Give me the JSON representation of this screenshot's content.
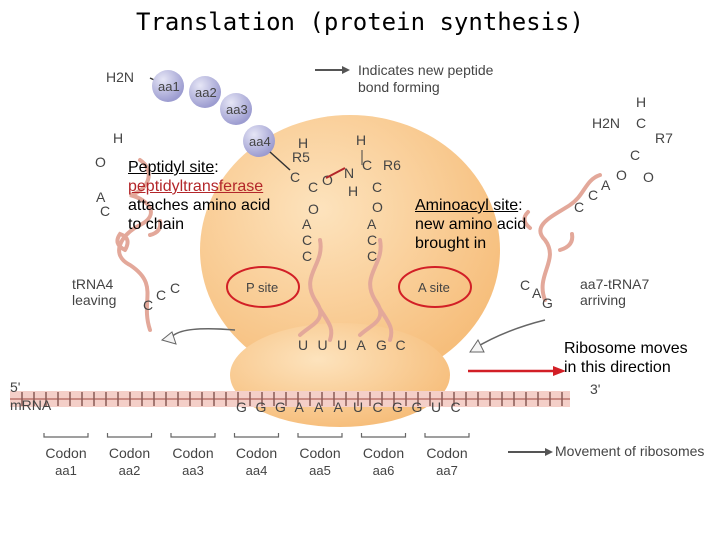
{
  "title": "Translation (protein synthesis)",
  "chain": {
    "h2n": "H2N",
    "amino_acids": [
      "aa1",
      "aa2",
      "aa3",
      "aa4"
    ]
  },
  "legend": {
    "line1": "Indicates new peptide",
    "line2": "bond forming"
  },
  "peptidyl_site_label": {
    "title": "Peptidyl site",
    "colon": ":",
    "enzyme": "peptidyltransferase",
    "line3": "attaches amino acid",
    "line4": "to chain"
  },
  "aminoacyl_site_label": {
    "title": "Aminoacyl site",
    "colon": ":",
    "line2": "new amino acid",
    "line3": "brought in"
  },
  "ribosome_sites": {
    "p_site": "P site",
    "a_site": "A site"
  },
  "trna_leaving": {
    "line1": "tRNA4",
    "line2": "leaving",
    "anticodon": [
      "C",
      "C",
      "C"
    ]
  },
  "trna_arriving": {
    "line1": "aa7-tRNA7",
    "line2": "arriving",
    "anticodon": [
      "C",
      "A",
      "G"
    ]
  },
  "anticodons_in_ribosome": "U U U A G C",
  "trna_acceptor_end": [
    "A",
    "C",
    "C"
  ],
  "chemistry": {
    "left_h": "H",
    "left_o": "O",
    "left_c": "C",
    "r5": "R5",
    "r6": "R6",
    "r7": "R7",
    "h": "H",
    "n": "N",
    "c": "C",
    "o": "O",
    "h2n": "H2N"
  },
  "direction_note": {
    "line1": "Ribosome moves",
    "line2": "in this direction"
  },
  "mrna": {
    "five_prime": "5'",
    "three_prime": "3'",
    "label": "mRNA",
    "sequence": [
      "G",
      "G",
      "G",
      "A",
      "A",
      "A",
      "U",
      "C",
      "G",
      "G",
      "U",
      "C"
    ]
  },
  "codons": [
    {
      "label": "Codon",
      "aa": "aa1"
    },
    {
      "label": "Codon",
      "aa": "aa2"
    },
    {
      "label": "Codon",
      "aa": "aa3"
    },
    {
      "label": "Codon",
      "aa": "aa4"
    },
    {
      "label": "Codon",
      "aa": "aa5"
    },
    {
      "label": "Codon",
      "aa": "aa6"
    },
    {
      "label": "Codon",
      "aa": "aa7"
    }
  ],
  "movement_label": "Movement of ribosomes",
  "colors": {
    "ribosome": "#f9c98a",
    "trna": "#e8b4a6",
    "chain_bead": "#b3b4dd",
    "highlight_red": "#d21f26",
    "mrna_backbone": "#f3c4bd"
  }
}
